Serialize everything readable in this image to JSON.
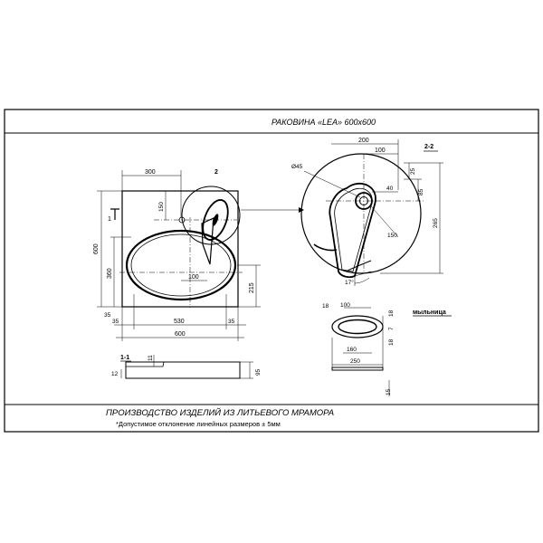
{
  "title": "РАКОВИНА «LEA» 600х600",
  "production_note": "ПРОИЗВОДСТВО ИЗДЕЛИЙ ИЗ ЛИТЬЕВОГО МРАМОРА",
  "tolerance_note": "*Допустимое отклонение линейных размеров  ± 5мм",
  "main_view": {
    "dims": {
      "top": "300",
      "callout": "2",
      "hole_offset": "150",
      "left_height": "600",
      "left_inner": "360",
      "bottom_left": "35",
      "bottom_mid": "530",
      "bottom_right": "35",
      "bottom_total": "600",
      "inner_100": "100",
      "right_215": "215",
      "section_mark": "1"
    }
  },
  "section_1_1": {
    "label": "1-1",
    "dims": {
      "d11": "11",
      "d12": "12",
      "d95": "95"
    }
  },
  "detail_2_2": {
    "label": "2-2",
    "dims": {
      "d200": "200",
      "d100": "100",
      "d45": "Ø45",
      "d40": "40",
      "d25": "25",
      "d85": "85",
      "d265": "265",
      "d150": "150",
      "d17": "17°"
    }
  },
  "soap_dish": {
    "label": "мыльница",
    "dims": {
      "d18a": "18",
      "d100": "100",
      "d18b": "18",
      "d7": "7",
      "d18c": "18",
      "d160": "160",
      "d250": "250",
      "d15": "15"
    }
  }
}
